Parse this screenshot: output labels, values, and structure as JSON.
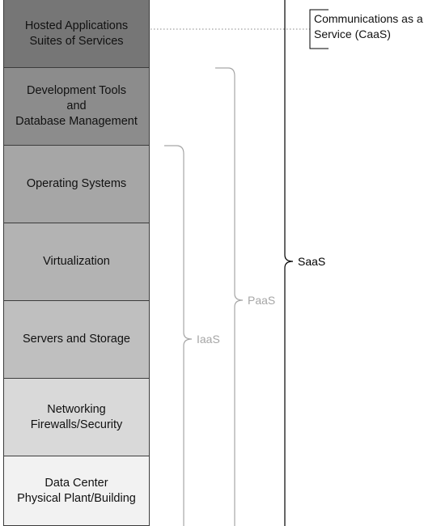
{
  "layers": [
    {
      "label": "Hosted Applications\nSuites of Services",
      "color": "#767676"
    },
    {
      "label": "Development Tools\nand\nDatabase Management",
      "color": "#8c8c8c"
    },
    {
      "label": "Operating Systems",
      "color": "#a6a6a6"
    },
    {
      "label": "Virtualization",
      "color": "#b3b3b3"
    },
    {
      "label": "Servers and Storage",
      "color": "#bfbfbf"
    },
    {
      "label": "Networking\nFirewalls/Security",
      "color": "#d9d9d9"
    },
    {
      "label": "Data Center\nPhysical Plant/Building",
      "color": "#f2f2f2"
    }
  ],
  "brackets": {
    "iaas": {
      "label": "IaaS",
      "color": "#a6a6a6"
    },
    "paas": {
      "label": "PaaS",
      "color": "#a6a6a6"
    },
    "saas": {
      "label": "SaaS",
      "color": "#000000"
    }
  },
  "caas": {
    "label": "Communications as a Service (CaaS)"
  }
}
